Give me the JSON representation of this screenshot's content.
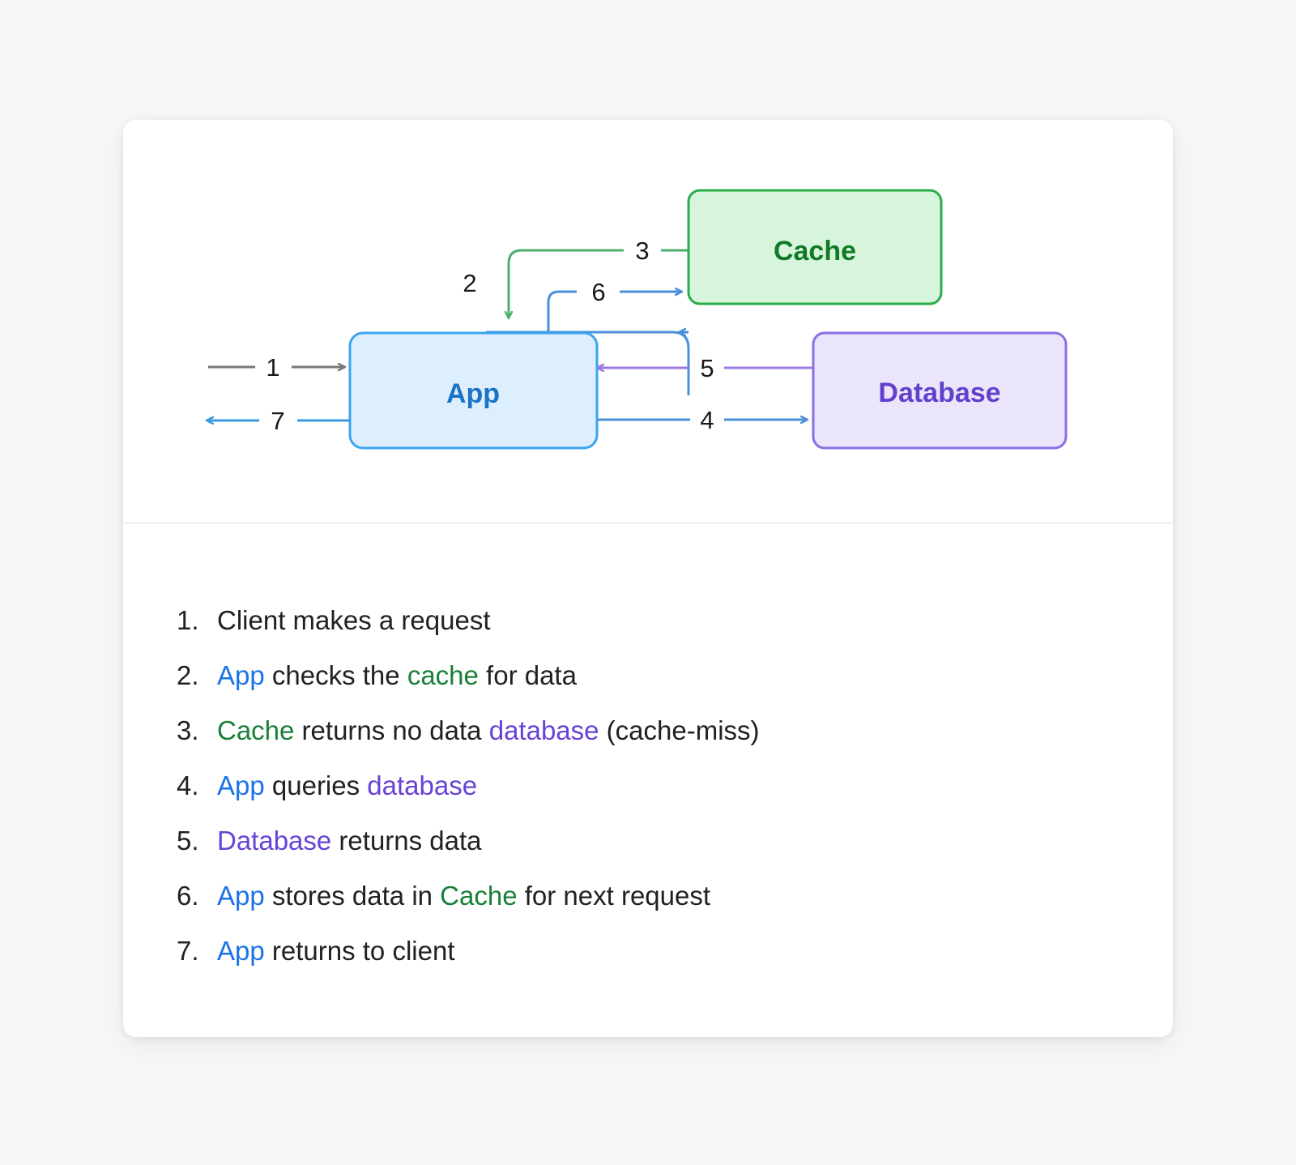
{
  "background_color": "#f7f7f7",
  "card": {
    "background_color": "#ffffff",
    "divider_color": "#e2e2e2"
  },
  "diagram": {
    "nodes": [
      {
        "id": "app",
        "label": "App",
        "fill": "#ddeffc",
        "stroke": "#3aa5ef",
        "text_color": "#1a73c8"
      },
      {
        "id": "cache",
        "label": "Cache",
        "fill": "#d6f5dc",
        "stroke": "#2aad48",
        "text_color": "#127a26"
      },
      {
        "id": "database",
        "label": "Database",
        "fill": "#ebe5fb",
        "stroke": "#8b6ee5",
        "text_color": "#6340cc"
      }
    ],
    "edges": [
      {
        "label": "1",
        "from": "client",
        "to": "app",
        "color": "#777777"
      },
      {
        "label": "2",
        "from": "app",
        "to": "cache",
        "color": "#4a90d9"
      },
      {
        "label": "3",
        "from": "cache",
        "to": "app",
        "color": "#4caf6d"
      },
      {
        "label": "4",
        "from": "app",
        "to": "database",
        "color": "#4a90d9"
      },
      {
        "label": "5",
        "from": "database",
        "to": "app",
        "color": "#9b7ae0"
      },
      {
        "label": "6",
        "from": "app",
        "to": "cache",
        "color": "#4a90d9"
      },
      {
        "label": "7",
        "from": "app",
        "to": "client",
        "color": "#3a9ae0"
      }
    ]
  },
  "steps": [
    {
      "number": "1.",
      "parts": [
        {
          "text": "Client makes a request",
          "style": "plain"
        }
      ]
    },
    {
      "number": "2.",
      "parts": [
        {
          "text": "App",
          "style": "app"
        },
        {
          "text": " checks the ",
          "style": "plain"
        },
        {
          "text": "cache",
          "style": "cache"
        },
        {
          "text": " for data",
          "style": "plain"
        }
      ]
    },
    {
      "number": "3.",
      "parts": [
        {
          "text": "Cache",
          "style": "cache"
        },
        {
          "text": " returns no data ",
          "style": "plain"
        },
        {
          "text": "database",
          "style": "db"
        },
        {
          "text": " (cache-miss)",
          "style": "plain"
        }
      ]
    },
    {
      "number": "4.",
      "parts": [
        {
          "text": "App",
          "style": "app"
        },
        {
          "text": " queries ",
          "style": "plain"
        },
        {
          "text": "database",
          "style": "db"
        }
      ]
    },
    {
      "number": "5.",
      "parts": [
        {
          "text": "Database",
          "style": "db"
        },
        {
          "text": " returns data",
          "style": "plain"
        }
      ]
    },
    {
      "number": "6.",
      "parts": [
        {
          "text": "App",
          "style": "app"
        },
        {
          "text": " stores data in ",
          "style": "plain"
        },
        {
          "text": "Cache",
          "style": "cache"
        },
        {
          "text": " for next request",
          "style": "plain"
        }
      ]
    },
    {
      "number": "7.",
      "parts": [
        {
          "text": "App",
          "style": "app"
        },
        {
          "text": " returns to client",
          "style": "plain"
        }
      ]
    }
  ]
}
